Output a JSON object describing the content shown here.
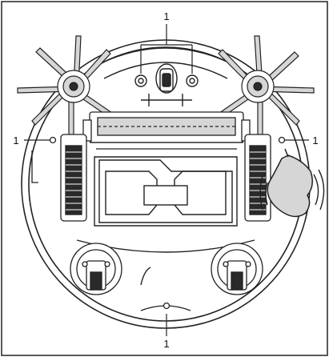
{
  "diagram": {
    "callouts": [
      {
        "label": "1"
      },
      {
        "label": "1"
      },
      {
        "label": "1"
      },
      {
        "label": "1"
      }
    ]
  },
  "colors": {
    "line": "#222222",
    "fill_light": "#ffffff",
    "fill_mid": "#d6d6d6",
    "fill_dark": "#2a2a2a"
  }
}
